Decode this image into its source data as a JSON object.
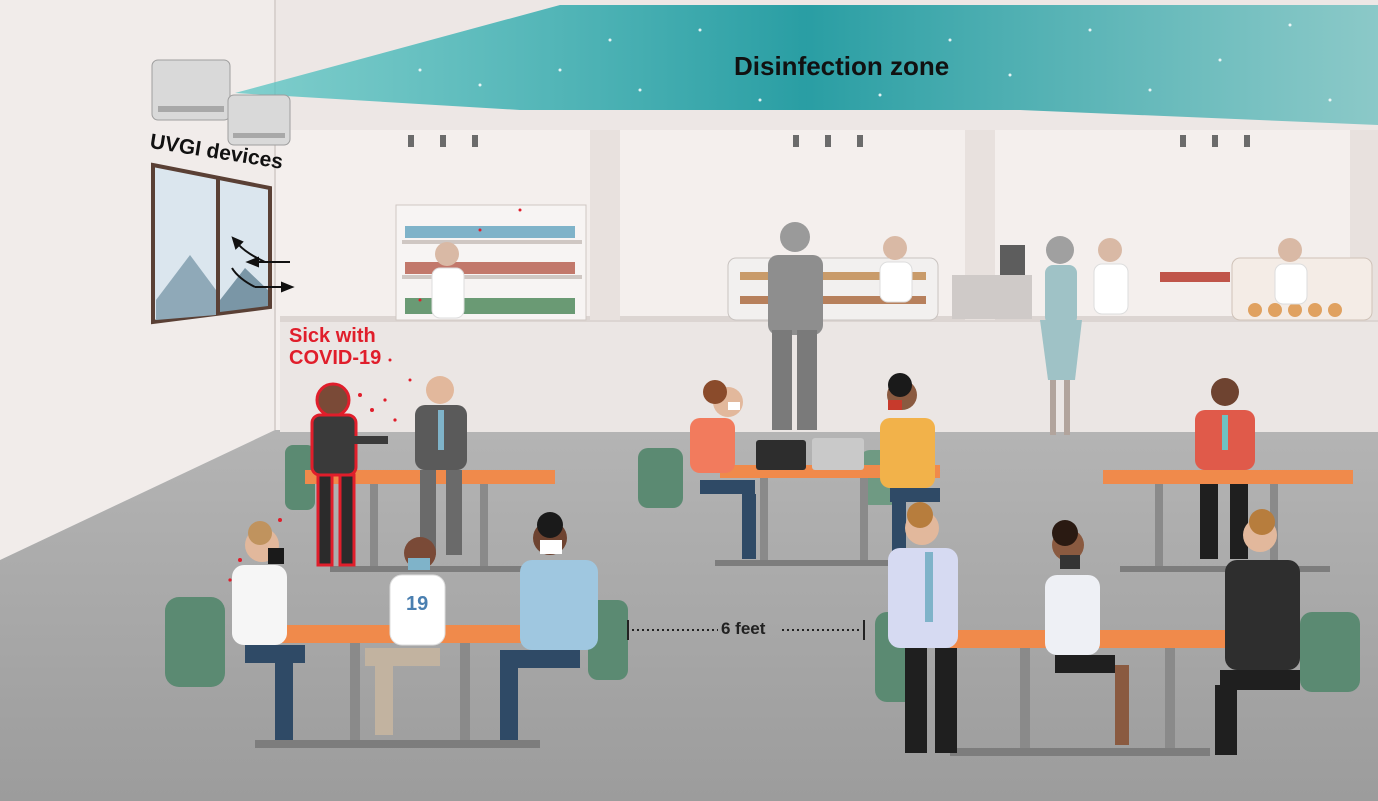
{
  "labels": {
    "disinfection_zone": "Disinfection zone",
    "uvgi_devices": "UVGI devices",
    "sick_line1": "Sick with",
    "sick_line2": "COVID-19",
    "distance": "6 feet",
    "jersey_number": "19"
  },
  "colors": {
    "disinfection_beam": "#2aa3a3",
    "infected_outline": "#e01e2b",
    "table_top": "#f08a4b",
    "chair": "#5b8a72",
    "floor": "#a8a8a8",
    "back_wall": "#f3eeec"
  }
}
